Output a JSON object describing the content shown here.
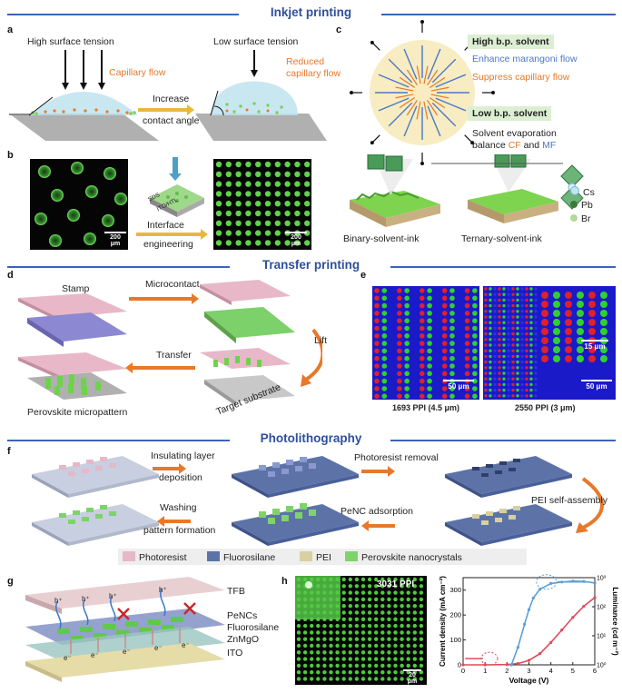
{
  "sections": {
    "inkjet": "Inkjet printing",
    "transfer": "Transfer printing",
    "photo": "Photolithography"
  },
  "panel_labels": {
    "a": "a",
    "b": "b",
    "c": "c",
    "d": "d",
    "e": "e",
    "f": "f",
    "g": "g",
    "h": "h"
  },
  "panel_a": {
    "high_tension": "High surface tension",
    "low_tension": "Low surface tension",
    "capillary": "Capillary flow",
    "reduced_line1": "Reduced",
    "reduced_line2": "capillary flow",
    "increase_line1": "Increase",
    "increase_line2": "contact angle"
  },
  "panel_b": {
    "scale1": "200 μm",
    "scale2": "200 μm",
    "interface_line1": "Interface",
    "interface_line2": "engineering",
    "layer_sds": "SDS",
    "layer_ito": "ITO/HTL"
  },
  "panel_c": {
    "high_bp": "High b.p. solvent",
    "enhance": "Enhance marangoni flow",
    "suppress": "Suppress capillary flow",
    "low_bp": "Low b.p. solvent",
    "evap_line1": "Solvent evaporation",
    "evap_prefix": "balance",
    "cf": "CF",
    "and": "and",
    "mf": "MF",
    "binary": "Binary-solvent-ink",
    "ternary": "Ternary-solvent-ink",
    "cs": "Cs",
    "pb": "Pb",
    "br": "Br"
  },
  "panel_d": {
    "stamp": "Stamp",
    "microcontact": "Microcontact",
    "lift": "Lift",
    "transfer": "Transfer",
    "target": "Target substrate",
    "micropattern": "Perovskite micropattern"
  },
  "panel_e": {
    "scale_left": "50 μm",
    "scale_right": "50 μm",
    "scale_inset": "15 μm",
    "caption_left": "1693 PPI (4.5 μm)",
    "caption_right": "2550 PPI (3 μm)"
  },
  "panel_f": {
    "insulating_line1": "Insulating layer",
    "insulating_line2": "deposition",
    "photoresist_removal": "Photoresist removal",
    "pei_self": "PEI self-assembly",
    "penc_adsorption": "PeNC adsorption",
    "washing_line1": "Washing",
    "washing_line2": "pattern formation",
    "legend": [
      {
        "label": "Photoresist",
        "color": "#e6b8c8"
      },
      {
        "label": "Fluorosilane",
        "color": "#5d73a8"
      },
      {
        "label": "PEI",
        "color": "#d8cfa0"
      },
      {
        "label": "Perovskite nanocrystals",
        "color": "#7ed36a"
      }
    ]
  },
  "panel_g": {
    "tfb": "TFB",
    "pencs": "PeNCs",
    "fluorosilane": "Fluorosilane",
    "znmgo": "ZnMgO",
    "ito": "ITO",
    "hole": "h⁺",
    "electron": "e⁻"
  },
  "panel_h": {
    "ppi": "3031 PPI",
    "scale": "20 μm"
  },
  "chart_data": {
    "type": "line",
    "xlabel": "Voltage (V)",
    "ylabel": "Current density (mA cm⁻²)",
    "y2label": "Luminance (cd m⁻²)",
    "xlim": [
      0,
      6
    ],
    "ylim": [
      0,
      350
    ],
    "y2lim_log": [
      0,
      3
    ],
    "x_ticks": [
      0,
      1,
      2,
      3,
      4,
      5,
      6
    ],
    "y_ticks": [
      0,
      100,
      200,
      300
    ],
    "y2_ticks": [
      "10⁰",
      "10¹",
      "10²",
      "10³"
    ],
    "series": [
      {
        "color": "#e04a5a",
        "axis": "left",
        "x": [
          0,
          1,
          2,
          2.5,
          3,
          3.5,
          4,
          4.5,
          5,
          5.5,
          6
        ],
        "y": [
          0,
          0,
          1,
          5,
          18,
          45,
          90,
          140,
          190,
          235,
          270
        ]
      },
      {
        "color": "#5aa0d8",
        "axis": "right",
        "x": [
          2.2,
          2.5,
          2.8,
          3,
          3.2,
          3.5,
          4,
          4.5,
          5,
          5.5,
          6
        ],
        "y": [
          0,
          0.6,
          1.4,
          1.9,
          2.3,
          2.6,
          2.8,
          2.85,
          2.88,
          2.87,
          2.82
        ]
      }
    ]
  }
}
